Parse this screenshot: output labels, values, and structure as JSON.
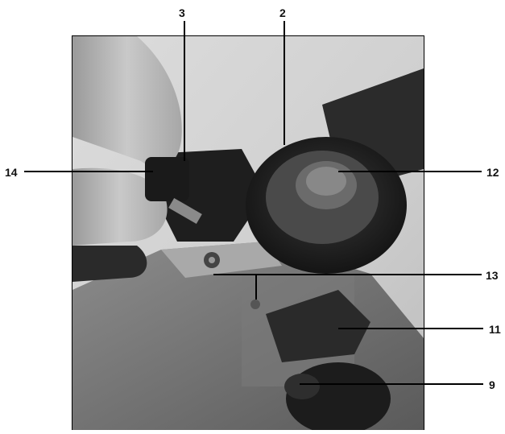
{
  "callouts": {
    "c3": "3",
    "c2": "2",
    "c14": "14",
    "c12": "12",
    "c13": "13",
    "c11": "11",
    "c9": "9"
  }
}
